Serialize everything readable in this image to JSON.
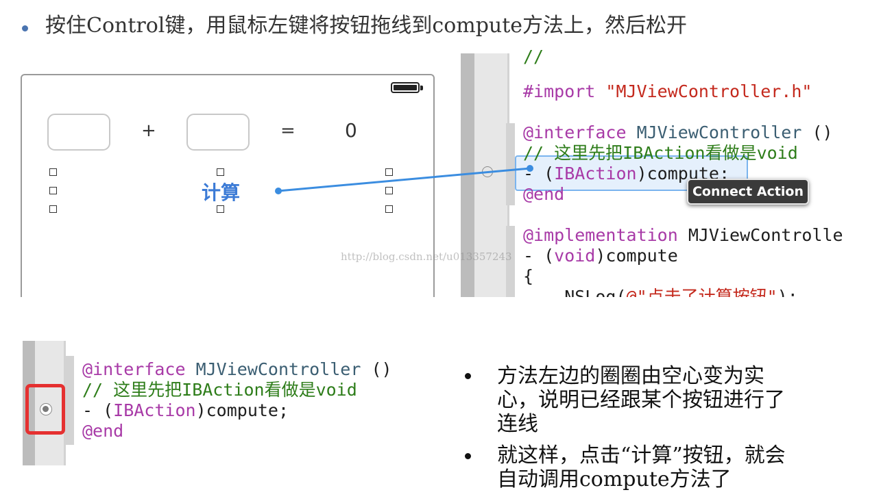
{
  "heading": {
    "text": "按住Control键，用鼠标左键将按钮拖线到compute方法上，然后松开"
  },
  "simulator": {
    "plus": "+",
    "equals": "=",
    "result": "0",
    "button_label": "计算"
  },
  "code_top": {
    "line0": "//",
    "line1_kw": "#import ",
    "line1_str": "\"MJViewController.h\"",
    "line2_kw": "@interface",
    "line2_cls": " MJViewController",
    "line2_rest": " ()",
    "line3_cmt": "// 这里先把IBAction看做是void",
    "line4_a": "- (",
    "line4_kw": "IBAction",
    "line4_b": ")compute;",
    "line5_kw": "@end",
    "line6_kw": "@implementation",
    "line6_rest": " MJViewControlle",
    "line7_a": "- (",
    "line7_kw": "void",
    "line7_b": ")compute",
    "line8": "{",
    "line9_a": "    NSLog(",
    "line9_str": "@\"点击了计算按钮\"",
    "line9_b": ");"
  },
  "popup": {
    "label": "Connect Action"
  },
  "watermark": "http://blog.csdn.net/u013357243",
  "code_bottom": {
    "line1_kw": "@interface",
    "line1_cls": " MJViewController",
    "line1_rest": " ()",
    "line2_cmt": "// 这里先把IBAction看做是void",
    "line3_a": "- (",
    "line3_kw": "IBAction",
    "line3_b": ")compute;",
    "line4_kw": "@end"
  },
  "notes": [
    {
      "line1": "方法左边的圈圈由空心变为实",
      "line2": "心，说明已经跟某个按钮进行了",
      "line3": "连线"
    },
    {
      "line1": "就这样，点击“计算”按钮，就会",
      "line2": "自动调用compute方法了"
    }
  ],
  "colors": {
    "keyword": "#a83aa7",
    "string": "#c4291d",
    "comment": "#2e7d1a",
    "class": "#3b5e72",
    "link_line": "#3b8de0",
    "highlight_box": "#e53030"
  }
}
